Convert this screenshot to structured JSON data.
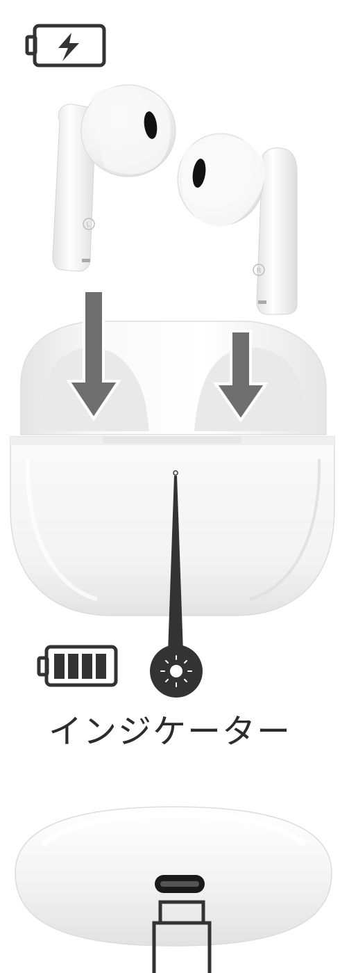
{
  "indicator": {
    "label": "インジケーター"
  },
  "icons": {
    "charging": "charging-battery-icon",
    "full": "full-battery-icon",
    "light": "indicator-light-icon"
  },
  "earbuds": {
    "left_mark": "L",
    "right_mark": "R"
  },
  "colors": {
    "icon_dark": "#333333",
    "arrow_gray": "#6f6f6f",
    "case_white": "#f7f7f7"
  }
}
